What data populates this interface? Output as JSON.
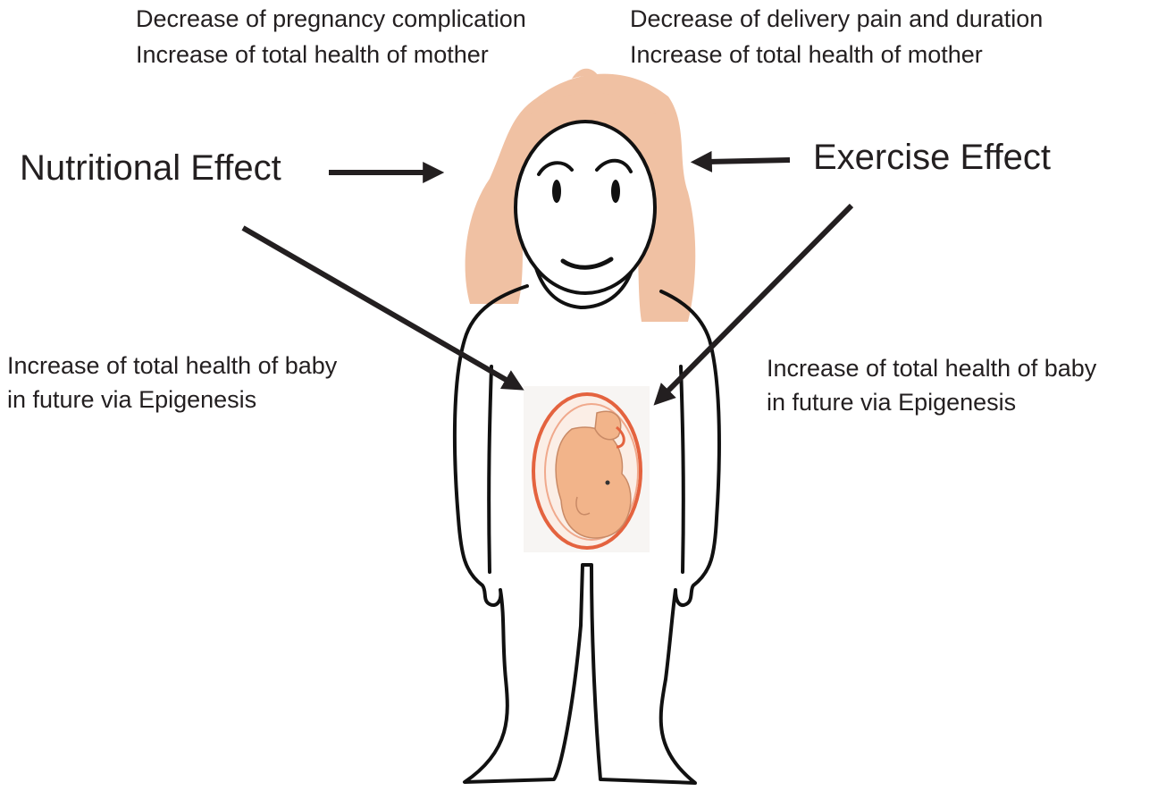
{
  "labels": {
    "nutrition_top_line1": "Decrease of pregnancy complication",
    "nutrition_top_line2": "Increase of total health of mother",
    "exercise_top_line1": "Decrease of delivery pain and duration",
    "exercise_top_line2": "Increase of total health of mother",
    "nutritional_effect": "Nutritional Effect",
    "exercise_effect": "Exercise Effect",
    "baby_left_line1": "Increase of total health of baby",
    "baby_left_line2": "in future via Epigenesis",
    "baby_right_line1": "Increase of total health of baby",
    "baby_right_line2": "in future via Epigenesis"
  },
  "colors": {
    "hair": "#f0c1a3",
    "outline": "#111111",
    "fetus": "#f2b48a",
    "uterus": "#e4633f"
  },
  "icons": [
    "mother-figure",
    "fetus-in-womb",
    "arrow"
  ]
}
